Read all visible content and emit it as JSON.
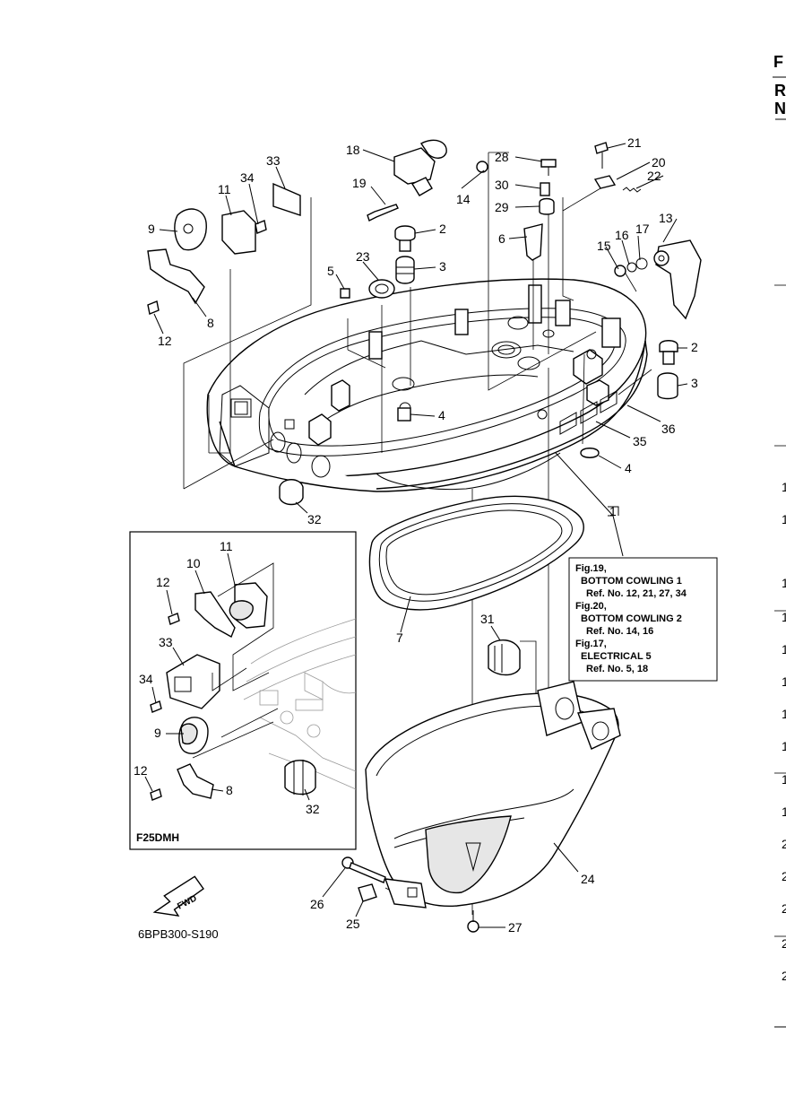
{
  "diagram": {
    "code": "6BPB300-S190",
    "inset_model": "F25DMH",
    "fwd": "FWD",
    "callouts": [
      {
        "id": "c18",
        "text": "18"
      },
      {
        "id": "c19",
        "text": "19"
      },
      {
        "id": "c14",
        "text": "14"
      },
      {
        "id": "c28",
        "text": "28"
      },
      {
        "id": "c30",
        "text": "30"
      },
      {
        "id": "c29",
        "text": "29"
      },
      {
        "id": "c21",
        "text": "21"
      },
      {
        "id": "c20",
        "text": "20"
      },
      {
        "id": "c22",
        "text": "22"
      },
      {
        "id": "c13",
        "text": "13"
      },
      {
        "id": "c17",
        "text": "17"
      },
      {
        "id": "c16",
        "text": "16"
      },
      {
        "id": "c15",
        "text": "15"
      },
      {
        "id": "c6",
        "text": "6"
      },
      {
        "id": "c2a",
        "text": "2"
      },
      {
        "id": "c3a",
        "text": "3"
      },
      {
        "id": "c23",
        "text": "23"
      },
      {
        "id": "c5",
        "text": "5"
      },
      {
        "id": "c33a",
        "text": "33"
      },
      {
        "id": "c34a",
        "text": "34"
      },
      {
        "id": "c11a",
        "text": "11"
      },
      {
        "id": "c9a",
        "text": "9"
      },
      {
        "id": "c8a",
        "text": "8"
      },
      {
        "id": "c12a",
        "text": "12"
      },
      {
        "id": "c4a",
        "text": "4"
      },
      {
        "id": "c2b",
        "text": "2"
      },
      {
        "id": "c3b",
        "text": "3"
      },
      {
        "id": "c36",
        "text": "36"
      },
      {
        "id": "c35",
        "text": "35"
      },
      {
        "id": "c4b",
        "text": "4"
      },
      {
        "id": "c1",
        "text": "1"
      },
      {
        "id": "c32a",
        "text": "32"
      },
      {
        "id": "c7",
        "text": "7"
      },
      {
        "id": "c31",
        "text": "31"
      },
      {
        "id": "c24",
        "text": "24"
      },
      {
        "id": "c26",
        "text": "26"
      },
      {
        "id": "c25",
        "text": "25"
      },
      {
        "id": "c27",
        "text": "27"
      },
      {
        "id": "c11b",
        "text": "11"
      },
      {
        "id": "c10",
        "text": "10"
      },
      {
        "id": "c12b",
        "text": "12"
      },
      {
        "id": "c33b",
        "text": "33"
      },
      {
        "id": "c34b",
        "text": "34"
      },
      {
        "id": "c9b",
        "text": "9"
      },
      {
        "id": "c12c",
        "text": "12"
      },
      {
        "id": "c8b",
        "text": "8"
      },
      {
        "id": "c32b",
        "text": "32"
      }
    ],
    "references": [
      {
        "fig": "Fig.19,",
        "title": "BOTTOM COWLING 1",
        "ref": "Ref. No. 12, 21, 27, 34"
      },
      {
        "fig": "Fig.20,",
        "title": "BOTTOM COWLING 2",
        "ref": "Ref. No. 14, 16"
      },
      {
        "fig": "Fig.17,",
        "title": "ELECTRICAL 5",
        "ref": "Ref. No. 5, 18"
      }
    ],
    "edge_top": [
      "F",
      "R",
      "N"
    ],
    "edge_numbers": [
      "1",
      "1",
      "1",
      "1",
      "1",
      "1",
      "1",
      "1",
      "1",
      "1",
      "2",
      "2",
      "2",
      "2",
      "2"
    ]
  }
}
